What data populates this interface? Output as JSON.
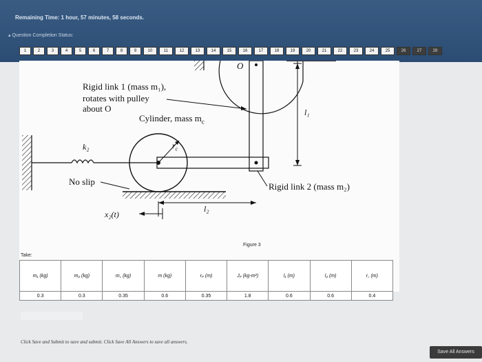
{
  "header": {
    "timer_text": "Remaining Time: 1 hour, 57 minutes, 58 seconds.",
    "status_label": "▴ Question Completion Status:",
    "question_numbers": [
      "1",
      "2",
      "3",
      "4",
      "5",
      "6",
      "7",
      "8",
      "9",
      "10",
      "11",
      "12",
      "13",
      "14",
      "15",
      "16",
      "17",
      "18",
      "19",
      "20",
      "21",
      "22",
      "23",
      "24",
      "25",
      "26",
      "27",
      "28"
    ]
  },
  "figure": {
    "link1_line1": "Rigid link 1 (mass m₁),",
    "link1_line2": "rotates with pulley",
    "link1_line3": "about O",
    "cylinder": "Cylinder, mass m",
    "cylinder_sub": "c",
    "k2": "k₂",
    "rc": "r",
    "rc_sub": "c",
    "no_slip": "No slip",
    "link2": "Rigid link 2 (mass m₂)",
    "l1": "l₁",
    "l2": "l₂",
    "x2": "x₂(t)",
    "o_label": "O",
    "caption": "Figure 3"
  },
  "table": {
    "take_label": "Take:",
    "headers": [
      "m₁ (kg)",
      "m₂ (kg)",
      "m꜀ (kg)",
      "m (kg)",
      "rₚ (m)",
      "Jₚ (kg-m²)",
      "l₁ (m)",
      "l₂ (m)",
      "r꜀ (m)"
    ],
    "values": [
      "0.3",
      "0.3",
      "0.35",
      "0.6",
      "0.35",
      "1.8",
      "0.6",
      "0.6",
      "0.4"
    ]
  },
  "footer": {
    "note": "Click Save and Submit to save and submit. Click Save All Answers to save all answers.",
    "save_all": "Save All Answers"
  }
}
